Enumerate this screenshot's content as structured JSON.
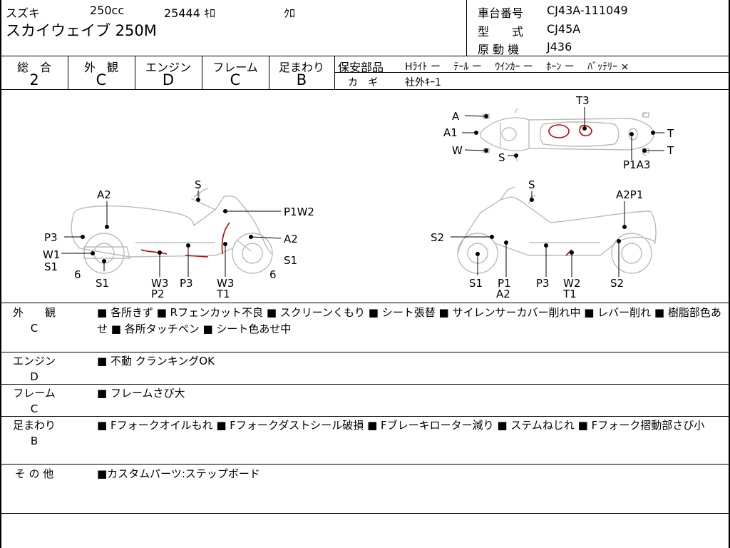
{
  "header": {
    "maker": "スズキ",
    "displacement": "250cc",
    "mileage": "25444 ｷﾛ",
    "color": "ｸﾛ",
    "model_name": "スカイウェイブ 250M",
    "frame_no_label": "車台番号",
    "frame_no": "CJ43A-111049",
    "model_code_label": "型　　式",
    "model_code": "CJ45A",
    "engine_label": "原 動 機",
    "engine_no": "J436"
  },
  "grades": {
    "columns": [
      {
        "label": "総　合",
        "value": "2"
      },
      {
        "label": "外　観",
        "value": "C"
      },
      {
        "label": "エンジン",
        "value": "D"
      },
      {
        "label": "フレーム",
        "value": "C"
      },
      {
        "label": "足まわり",
        "value": "B"
      }
    ]
  },
  "safety": {
    "label": "保安部品",
    "items": "Hﾗｲﾄ ー　 ﾃｰﾙ ー　 ｳｲﾝｶｰ ー　 ﾎｰﾝ ー　 ﾊﾞｯﾃﾘｰ ×",
    "key_label": "カ　ギ",
    "key_value": "社外ｷｰ1"
  },
  "diagram": {
    "top": {
      "A": "A",
      "A1": "A1",
      "W": "W",
      "S": "S",
      "T3": "T3",
      "T": "T",
      "T2": "T",
      "P1A3": "P1A3"
    },
    "left": {
      "S": "S",
      "A2": "A2",
      "P1W2": "P1W2",
      "P3": "P3",
      "A2b": "A2",
      "W1": "W1",
      "S1": "S1",
      "S1b": "S1",
      "S1c": "S1",
      "six": "6",
      "sixb": "6",
      "W3P2a": "W3",
      "W3P2b": "P2",
      "P3b": "P3",
      "W3T1a": "W3",
      "W3T1b": "T1"
    },
    "right": {
      "S": "S",
      "A2P1": "A2P1",
      "S2": "S2",
      "S1": "S1",
      "P1A2a": "P1",
      "P1A2b": "A2",
      "P3": "P3",
      "W2T1a": "W2",
      "W2T1b": "T1",
      "S2b": "S2"
    }
  },
  "remarks": [
    {
      "label1": "外　　観",
      "label2": "C",
      "text": "■ 各所きず ■ Rフェンカット不良 ■ スクリーンくもり ■ シート張替 ■ サイレンサーカバー削れ中 ■ レバー削れ ■ 樹脂部色あせ ■ 各所タッチペン ■ シート色あせ中"
    },
    {
      "label1": "エンジン",
      "label2": "D",
      "text": "■ 不動 クランキングOK"
    },
    {
      "label1": "フレーム",
      "label2": "C",
      "text": "■ フレームさび大"
    },
    {
      "label1": "足まわり",
      "label2": "B",
      "text": "■ Fフォークオイルもれ ■ Fフォークダストシール破損 ■ Fブレーキローター減り ■ ステムねじれ ■ Fフォーク摺動部さび小"
    },
    {
      "label1": "そ の 他",
      "label2": "",
      "text": "■カスタムパーツ:ステップボード"
    }
  ]
}
